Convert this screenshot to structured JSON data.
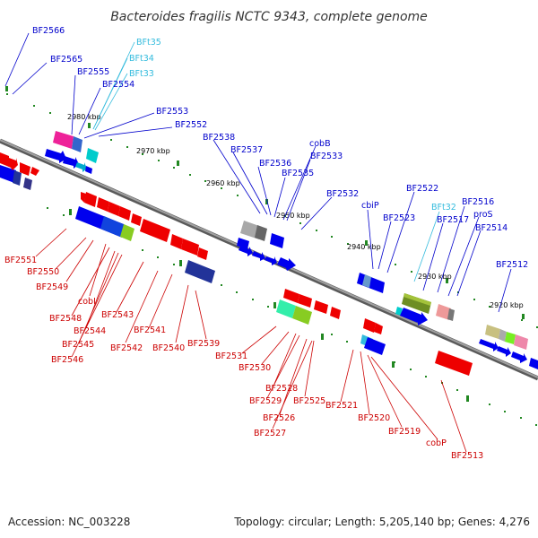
{
  "title": "Bacteroides fragilis NCTC 9343, complete genome",
  "footer": {
    "accession": "Accession: NC_003228",
    "summary": "Topology: circular; Length: 5,205,140 bp; Genes: 4,276"
  },
  "colors": {
    "top_strand_label": "#0000cc",
    "top_strand_rna_label": "#33bbdd",
    "bottom_strand_label": "#cc0000",
    "backbone": "#808080",
    "tick": "#228822"
  },
  "kbp_markers": [
    "2980 kbp",
    "2970 kbp",
    "2960 kbp",
    "2950 kbp",
    "2940 kbp",
    "2930 kbp",
    "2920 kbp"
  ],
  "top_labels": [
    {
      "text": "BF2566",
      "color": "blue"
    },
    {
      "text": "BF2565",
      "color": "blue"
    },
    {
      "text": "BFt35",
      "color": "cyan"
    },
    {
      "text": "BFt34",
      "color": "cyan"
    },
    {
      "text": "BFt33",
      "color": "cyan"
    },
    {
      "text": "BF2555",
      "color": "blue"
    },
    {
      "text": "BF2554",
      "color": "blue"
    },
    {
      "text": "BF2553",
      "color": "blue"
    },
    {
      "text": "BF2552",
      "color": "blue"
    },
    {
      "text": "BF2538",
      "color": "blue"
    },
    {
      "text": "BF2537",
      "color": "blue"
    },
    {
      "text": "BF2536",
      "color": "blue"
    },
    {
      "text": "cobB",
      "color": "blue"
    },
    {
      "text": "BF2535",
      "color": "blue"
    },
    {
      "text": "BF2533",
      "color": "blue"
    },
    {
      "text": "BF2532",
      "color": "blue"
    },
    {
      "text": "cbiP",
      "color": "blue"
    },
    {
      "text": "BF2523",
      "color": "blue"
    },
    {
      "text": "BF2522",
      "color": "blue"
    },
    {
      "text": "BFt32",
      "color": "cyan"
    },
    {
      "text": "BF2517",
      "color": "blue"
    },
    {
      "text": "BF2516",
      "color": "blue"
    },
    {
      "text": "proS",
      "color": "blue"
    },
    {
      "text": "BF2514",
      "color": "blue"
    },
    {
      "text": "BF2512",
      "color": "blue"
    }
  ],
  "bottom_labels": [
    "BF2551",
    "BF2550",
    "BF2549",
    "cobI",
    "BF2548",
    "BF2544",
    "BF2545",
    "BF2546",
    "BF2543",
    "BF2542",
    "BF2541",
    "BF2540",
    "BF2539",
    "BF2531",
    "BF2530",
    "BF2528",
    "BF2529",
    "BF2526",
    "BF2527",
    "BF2525",
    "BF2521",
    "BF2520",
    "BF2519",
    "cobP",
    "BF2513"
  ]
}
